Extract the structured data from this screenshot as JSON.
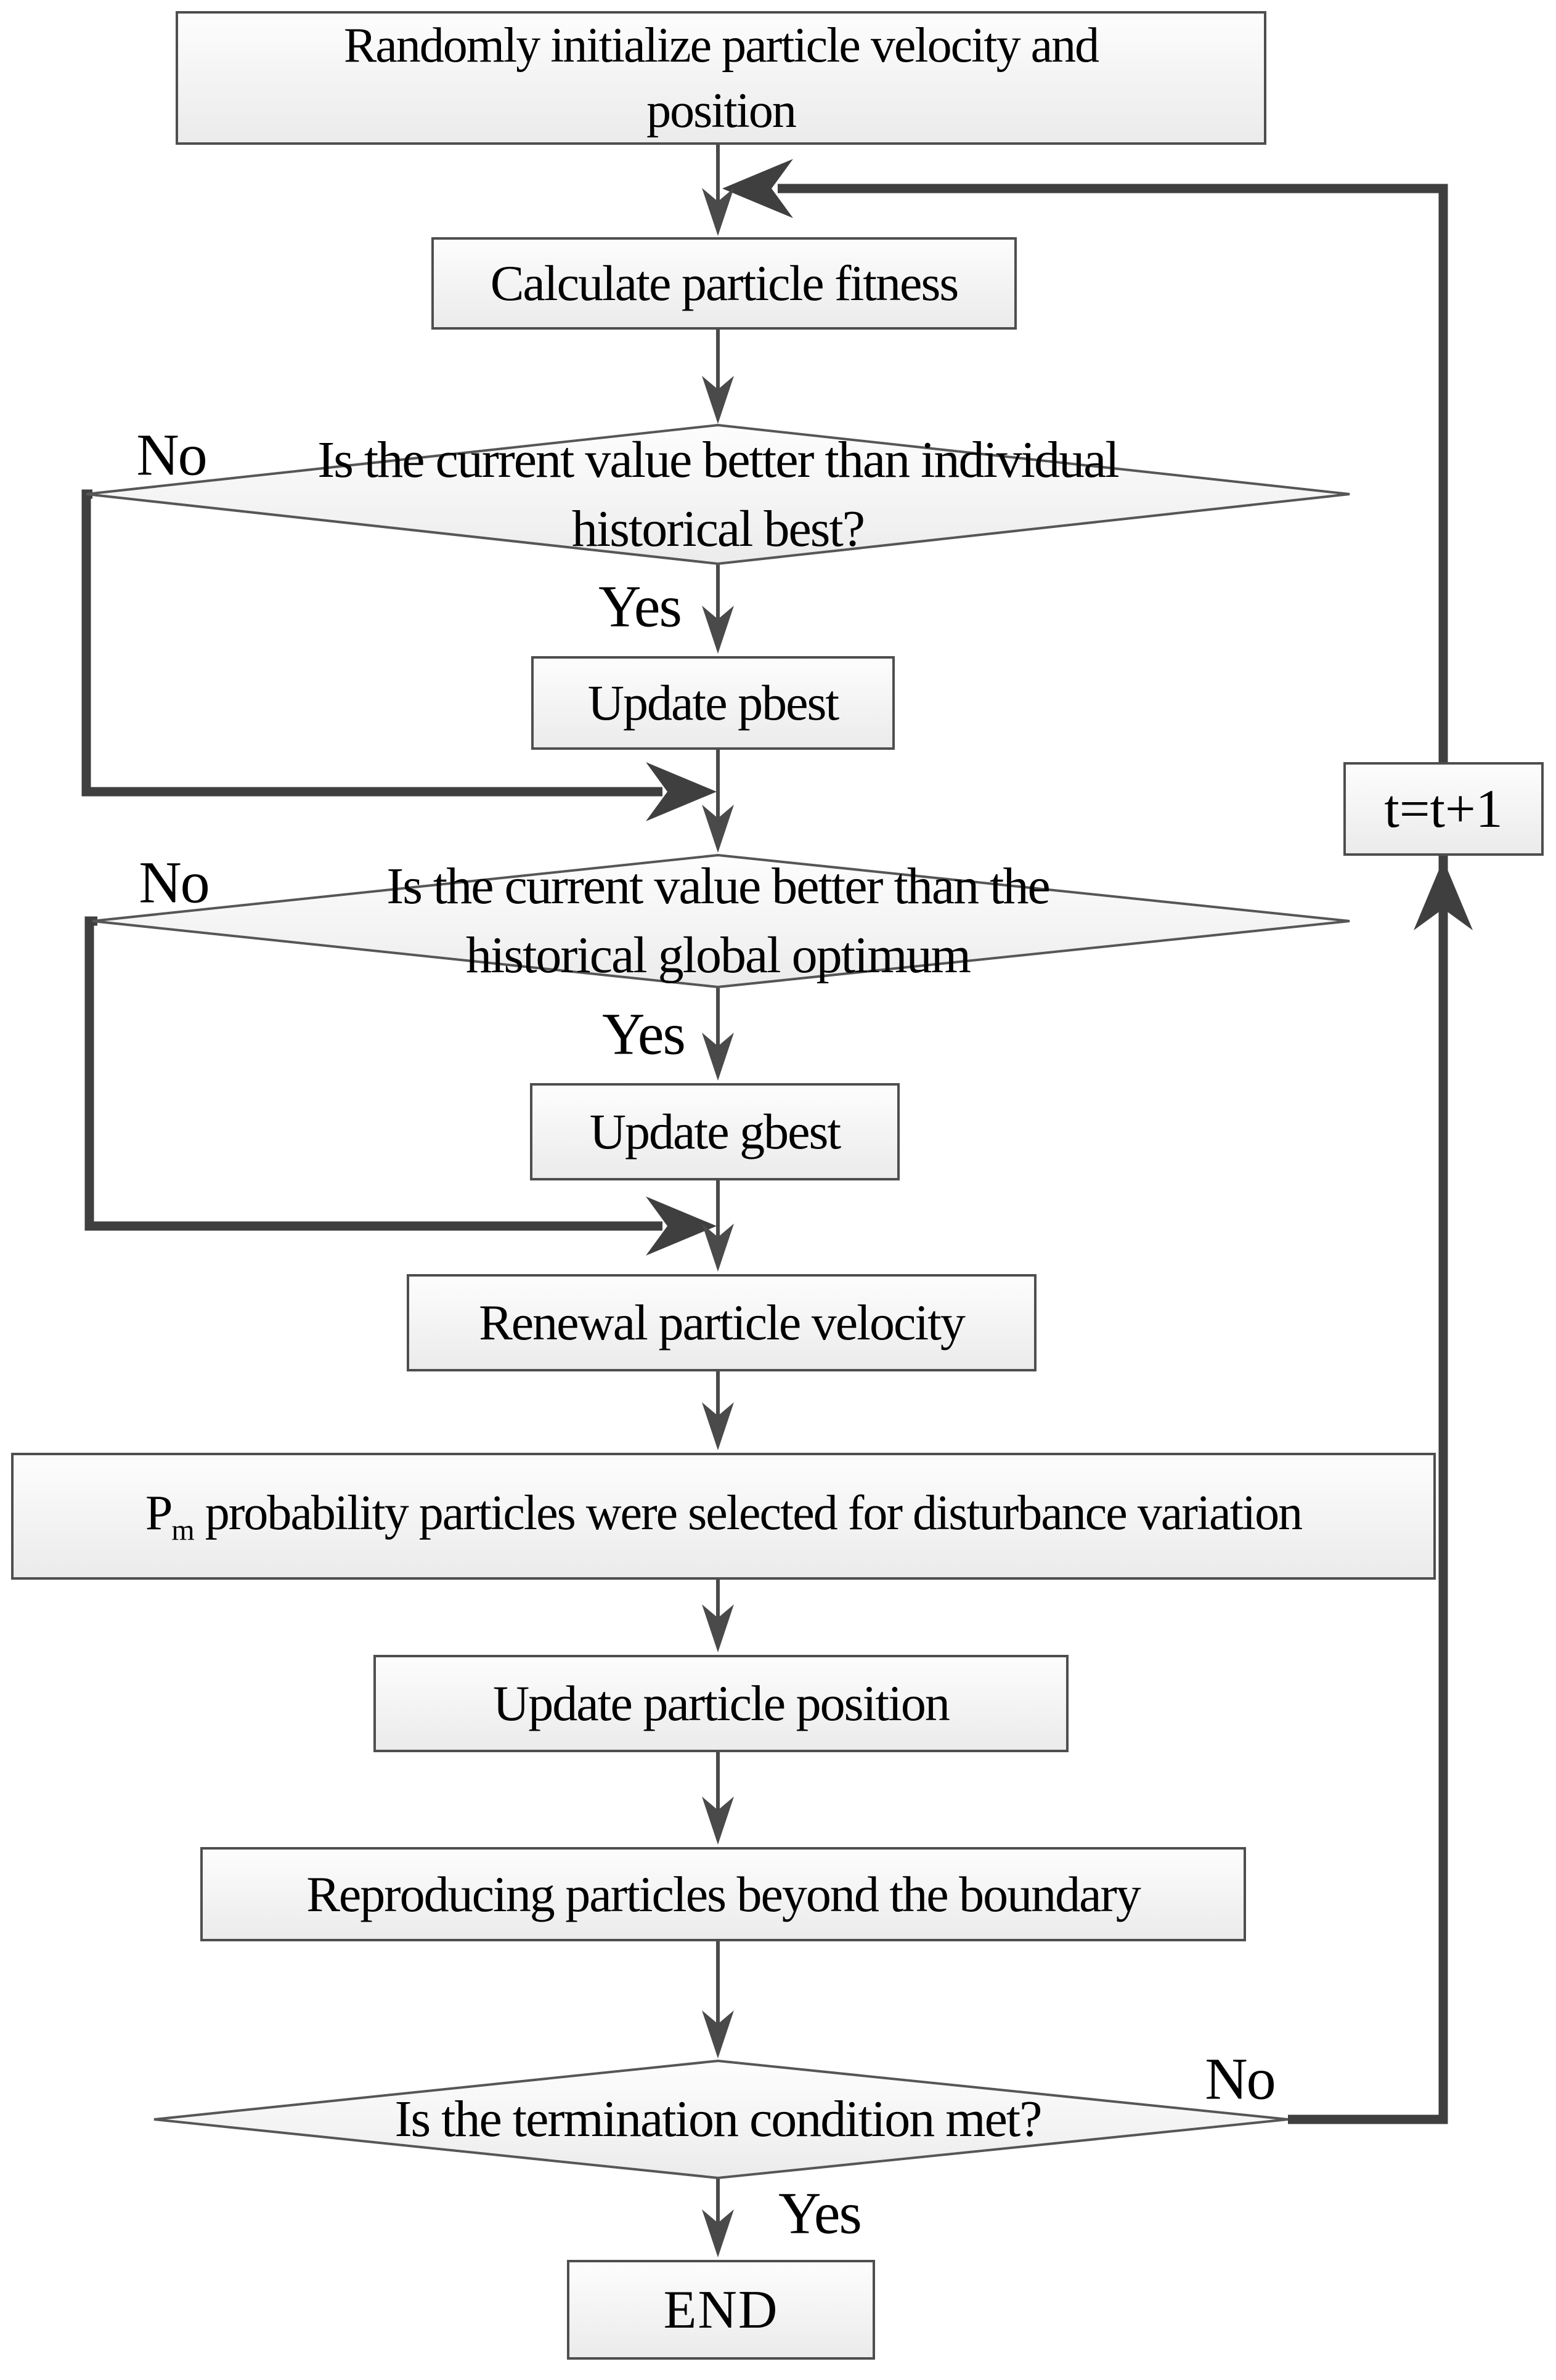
{
  "figure": {
    "type": "flowchart",
    "description": "Particle swarm optimization algorithm flow"
  },
  "colors": {
    "background": "#ffffff",
    "line_thin": "#4a4a4a",
    "line_thick": "#3f3f3f",
    "node_border": "#4e4e4e",
    "node_fill_top": "#fdfdfd",
    "node_fill_bottom": "#ebebeb",
    "text": "#000000"
  },
  "nodes": {
    "init": {
      "line1": "Randomly initialize particle velocity and",
      "line2": "position"
    },
    "calc": {
      "label": "Calculate particle fitness"
    },
    "pbest_decision": {
      "line1": "Is the current value better than individual",
      "line2": "historical best?"
    },
    "update_pbest": {
      "label": "Update pbest"
    },
    "gbest_decision": {
      "line1": "Is the current value better than the",
      "line2": "historical global optimum"
    },
    "update_gbest": {
      "label": "Update gbest"
    },
    "renew_velocity": {
      "label": "Renewal particle velocity"
    },
    "disturbance": {
      "prefix": "P",
      "sub": "m",
      "rest": " probability particles were selected for disturbance variation"
    },
    "update_position": {
      "label": "Update particle position"
    },
    "reproduce": {
      "label": "Reproducing particles beyond the boundary"
    },
    "termination_decision": {
      "label": "Is the termination condition met?"
    },
    "increment": {
      "label": "t=t+1"
    },
    "end": {
      "label": "END"
    }
  },
  "edge_labels": {
    "pbest_no": "No",
    "pbest_yes": "Yes",
    "gbest_no": "No",
    "gbest_yes": "Yes",
    "termination_no": "No",
    "termination_yes": "Yes"
  }
}
